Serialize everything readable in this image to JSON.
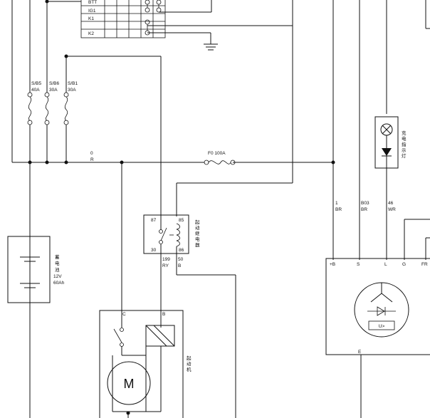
{
  "switch_table": {
    "rows": [
      "BTT",
      "IG1",
      "K1",
      "K2"
    ]
  },
  "fuses": [
    {
      "name": "S/B5",
      "rating": "40A"
    },
    {
      "name": "S/B6",
      "rating": "30A"
    },
    {
      "name": "S/B1",
      "rating": "30A"
    }
  ],
  "main_wire": {
    "number": "0",
    "color": "R"
  },
  "main_fuse": {
    "label": "F0 100A"
  },
  "battery": {
    "name_chars": [
      "蓄",
      "电",
      "池"
    ],
    "voltage": "12V",
    "capacity": "60Ah"
  },
  "relay": {
    "pin_87": "87",
    "pin_85": "85",
    "pin_30": "30",
    "pin_86": "86",
    "name_chars": [
      "起",
      "动",
      "继",
      "电",
      "器"
    ]
  },
  "relay_wires": {
    "w199_number": "199",
    "w199_color": "RY",
    "w50_number": "50",
    "w50_color": "B"
  },
  "starter": {
    "terminal_c": "C",
    "terminal_b": "B",
    "motor": "M",
    "name_chars": [
      "起",
      "动",
      "机"
    ]
  },
  "alternator_wires": [
    {
      "number": "1",
      "color": "BR"
    },
    {
      "number": "B03",
      "color": "BR"
    },
    {
      "number": "46",
      "color": "WR"
    }
  ],
  "alternator": {
    "terminals": [
      "+B",
      "S",
      "L",
      "G",
      "FR"
    ],
    "ground": "E",
    "regulator": "U>"
  },
  "charge_lamp": {
    "name_chars": [
      "充",
      "电",
      "指",
      "示",
      "灯"
    ]
  }
}
